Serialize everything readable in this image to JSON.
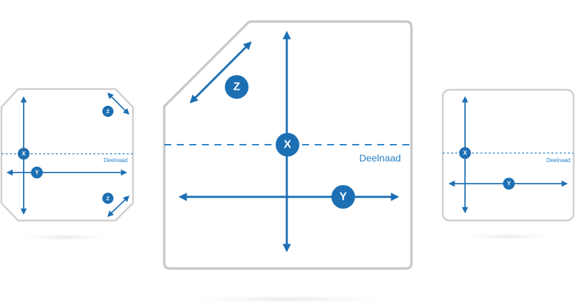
{
  "colors": {
    "axis": "#1d6fb3",
    "seam": "#2a82c7",
    "panel_border": "#c9c9c9"
  },
  "labels": {
    "axis_x": "X",
    "axis_y": "Y",
    "axis_z": "Z",
    "seam": "Deelnaad"
  }
}
